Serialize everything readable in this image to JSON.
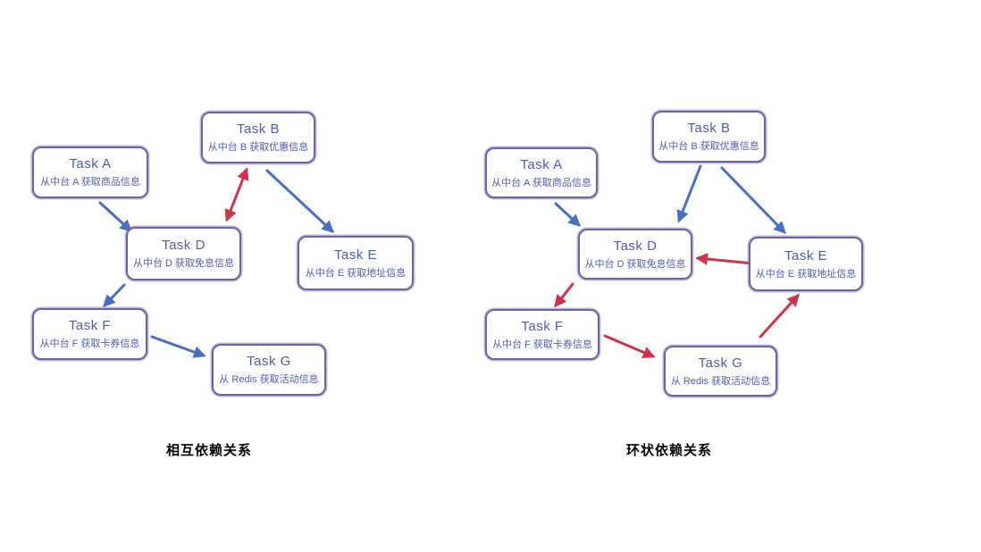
{
  "page": {
    "background_color": "#ffffff",
    "kind": "task-dependency-diagrams"
  },
  "colors": {
    "node_border": "#6e63ab",
    "node_text": "#4d5cb7",
    "dependency_arrow_blue": "#4570c5",
    "conflict_arrow_red": "#d03349",
    "caption_text": "#000000"
  },
  "diagrams": [
    {
      "caption": "相互依赖关系",
      "nodes": {
        "a": {
          "title": "Task A",
          "subtitle": "从中台 A 获取商品信息"
        },
        "b": {
          "title": "Task B",
          "subtitle": "从中台 B 获取优惠信息"
        },
        "d": {
          "title": "Task D",
          "subtitle": "从中台 D 获取免息信息"
        },
        "e": {
          "title": "Task E",
          "subtitle": "从中台 E 获取地址信息"
        },
        "f": {
          "title": "Task F",
          "subtitle": "从中台 F 获取卡券信息"
        },
        "g": {
          "title": "Task G",
          "subtitle": "从 Redis 获取活动信息"
        }
      },
      "edges": [
        {
          "from": "Task A",
          "to": "Task D",
          "color": "blue",
          "bidirectional": false
        },
        {
          "from": "Task B",
          "to": "Task D",
          "color": "red",
          "bidirectional": true
        },
        {
          "from": "Task B",
          "to": "Task E",
          "color": "blue",
          "bidirectional": false
        },
        {
          "from": "Task D",
          "to": "Task F",
          "color": "blue",
          "bidirectional": false
        },
        {
          "from": "Task F",
          "to": "Task G",
          "color": "blue",
          "bidirectional": false
        }
      ]
    },
    {
      "caption": "环状依赖关系",
      "nodes": {
        "a": {
          "title": "Task A",
          "subtitle": "从中台 A 获取商品信息"
        },
        "b": {
          "title": "Task B",
          "subtitle": "从中台 B 获取优惠信息"
        },
        "d": {
          "title": "Task D",
          "subtitle": "从中台 D 获取免息信息"
        },
        "e": {
          "title": "Task E",
          "subtitle": "从中台 E 获取地址信息"
        },
        "f": {
          "title": "Task F",
          "subtitle": "从中台 F 获取卡券信息"
        },
        "g": {
          "title": "Task G",
          "subtitle": "从 Redis 获取活动信息"
        }
      },
      "edges": [
        {
          "from": "Task A",
          "to": "Task D",
          "color": "blue",
          "bidirectional": false
        },
        {
          "from": "Task B",
          "to": "Task D",
          "color": "blue",
          "bidirectional": false
        },
        {
          "from": "Task B",
          "to": "Task E",
          "color": "blue",
          "bidirectional": false
        },
        {
          "from": "Task E",
          "to": "Task D",
          "color": "red",
          "bidirectional": false
        },
        {
          "from": "Task D",
          "to": "Task F",
          "color": "red",
          "bidirectional": false
        },
        {
          "from": "Task F",
          "to": "Task G",
          "color": "red",
          "bidirectional": false
        },
        {
          "from": "Task G",
          "to": "Task E",
          "color": "red",
          "bidirectional": false
        }
      ]
    }
  ]
}
